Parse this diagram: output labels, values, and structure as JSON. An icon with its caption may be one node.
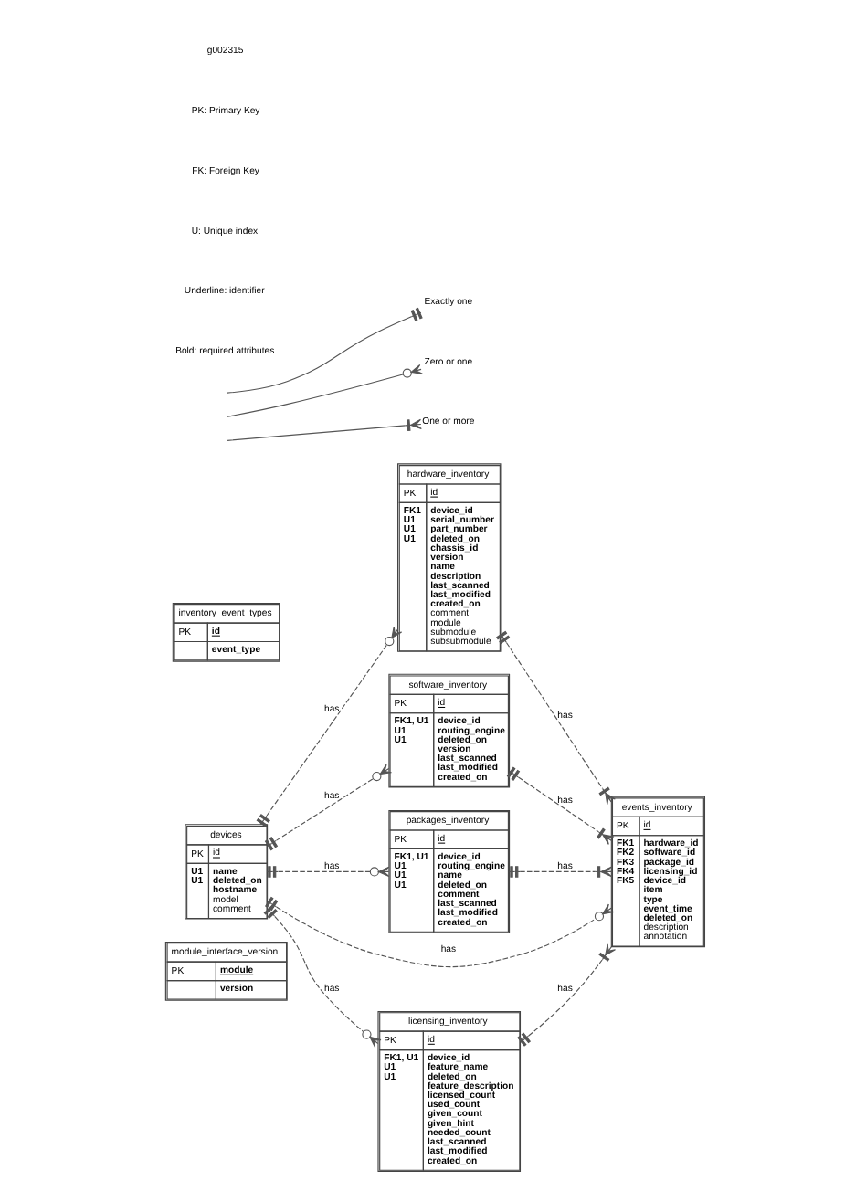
{
  "diagram": {
    "nodes": [
      {
        "text": [
          "module_interface_version",
          "PK",
          "module",
          "version"
        ]
      },
      {
        "text": [
          "hardware_inventory",
          "PK",
          "id",
          "FK1 U1 U1 U1",
          "device_id",
          "serial_number",
          "part_number",
          "deleted_on",
          "chassis_id",
          "version",
          "name",
          "description",
          "last_scanned",
          "last_modified",
          "created_on",
          "comment",
          "module",
          "submodule",
          "subsubmodule"
        ]
      },
      {
        "text": [
          "inventory_event_types",
          "PK",
          "id",
          "event_type"
        ]
      },
      {
        "text": [
          "software_inventory",
          "PK",
          "id",
          "FK1, U1 U1 U1",
          "device_id",
          "routing_engine",
          "deleted_on",
          "version",
          "last_scanned",
          "last_modified",
          "created_on"
        ]
      },
      {
        "text": [
          "packages_inventory",
          "PK",
          "id",
          "FK1, U1 U1 U1 U1",
          "device_id",
          "routing_engine",
          "name",
          "deleted_on",
          "comment",
          "last_scanned",
          "last_modified",
          "created_on"
        ]
      },
      {
        "text": [
          "devices",
          "PK",
          "id",
          "U1 U1",
          "name",
          "deleted_on",
          "hostname",
          "model",
          "comment"
        ]
      },
      {
        "text": [
          "events_inventory",
          "PK",
          "id",
          "FK1 FK2 FK3 FK4 FK5",
          "hardware_id",
          "software_id",
          "package_id",
          "licensing_id",
          "device_id",
          "item",
          "type",
          "event_time",
          "deleted_on",
          "description",
          "annotation"
        ]
      },
      {
        "text": [
          "licensing_inventory",
          "PK",
          "id",
          "FK1, U1 U1 U1",
          "device_id",
          "feature_name",
          "deleted_on",
          "feature_description",
          "licensed_count",
          "used_count",
          "given_count",
          "given_hint",
          "needed_count",
          "last_scanned",
          "last_modified",
          "created_on"
        ]
      }
    ],
    "edges": [
      {
        "from": 5,
        "to": 1,
        "arrow": "other",
        "label": "has",
        "style": "dashed"
      },
      {
        "from": 1,
        "to": 6,
        "arrow": "other",
        "label": "has",
        "style": "dashed"
      },
      {
        "from": 5,
        "to": 3,
        "arrow": "other",
        "label": "has",
        "style": "dashed"
      },
      {
        "from": 3,
        "to": 6,
        "arrow": "other",
        "label": "has",
        "style": "dashed"
      },
      {
        "from": 5,
        "to": 4,
        "arrow": "other",
        "label": "has",
        "style": "dashed"
      },
      {
        "from": 4,
        "to": 6,
        "arrow": "other",
        "label": "has",
        "style": "dashed"
      },
      {
        "from": 5,
        "to": 6,
        "arrow": "other",
        "label": "has",
        "style": "dashed"
      },
      {
        "from": 5,
        "to": 7,
        "arrow": "other",
        "label": "has",
        "style": "dashed"
      },
      {
        "from": 7,
        "to": 6,
        "arrow": "other",
        "label": "has",
        "style": "dashed"
      }
    ],
    "labels": [
      "g002315",
      "PK: Primary Key",
      "FK: Foreign Key",
      "U: Unique index",
      "Underline: identifier",
      "Bold: required attributes"
    ],
    "legend": [
      {
        "text": "Exactly one"
      },
      {
        "text": "Zero or one"
      },
      {
        "text": "One or more"
      }
    ]
  }
}
